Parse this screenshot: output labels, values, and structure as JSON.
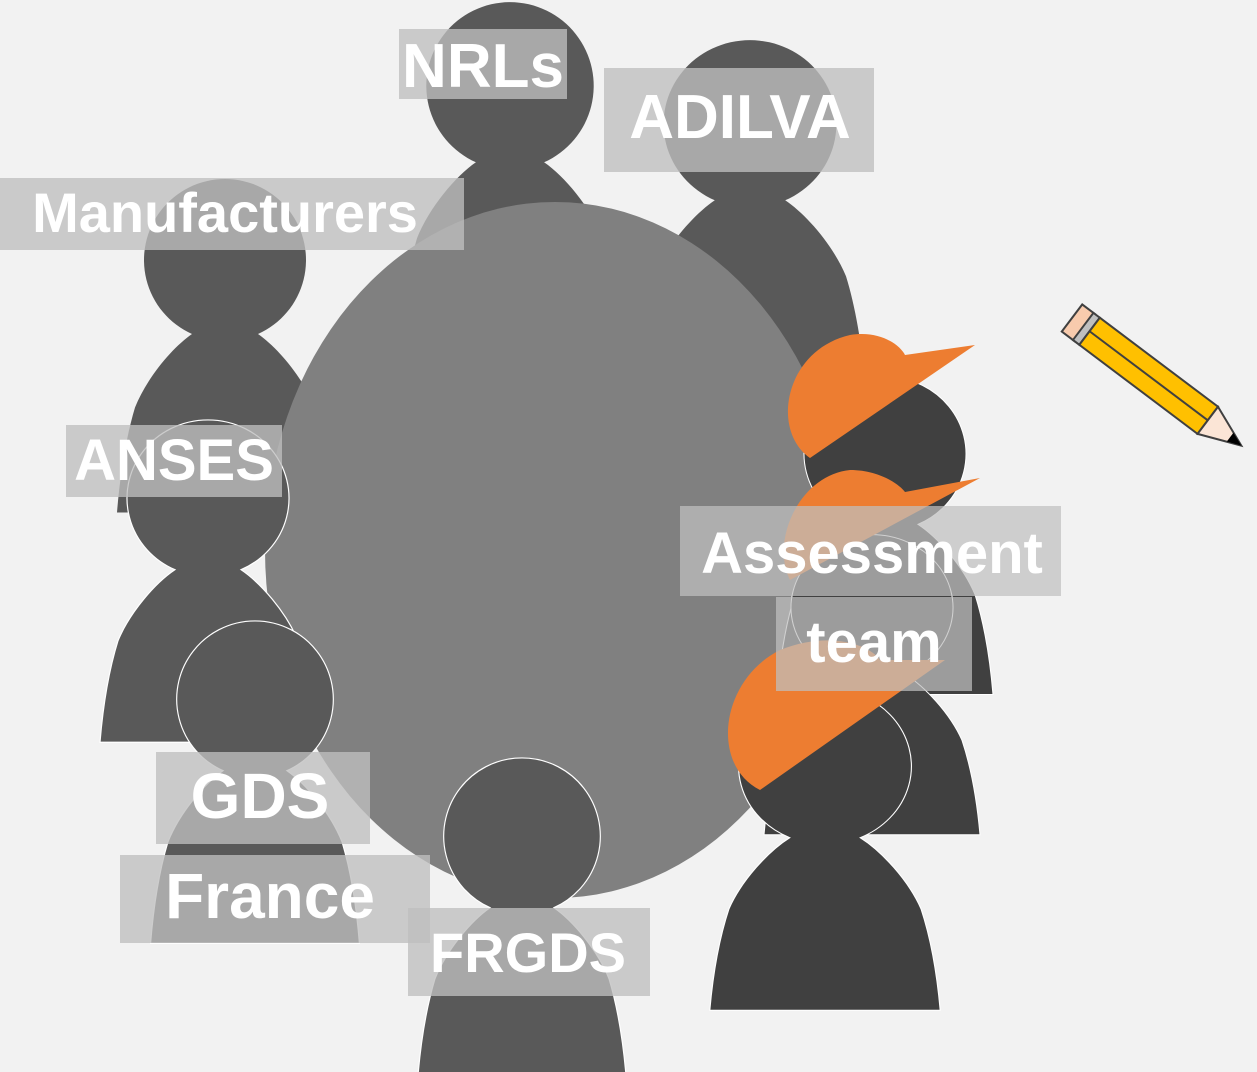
{
  "background_color": "#f2f2f2",
  "colors": {
    "figure_dark": "#595959",
    "figure_darker": "#404040",
    "table": "#808080",
    "cap": "#ed7d31",
    "label_box": "#bfbfbf",
    "pencil_body": "#ffc000",
    "pencil_eraser": "#f8cbad",
    "pencil_tip": "#fbe5d6"
  },
  "labels": {
    "nrls": "NRLs",
    "adilva": "ADILVA",
    "manufacturers": "Manufacturers",
    "anses": "ANSES",
    "gds": "GDS",
    "france": "France",
    "frgds": "FRGDS",
    "assessment": "Assessment",
    "team": "team"
  },
  "icons": {
    "pencil": "pencil-icon",
    "person": "person-figure-icon",
    "cap": "orange-cap-icon"
  }
}
